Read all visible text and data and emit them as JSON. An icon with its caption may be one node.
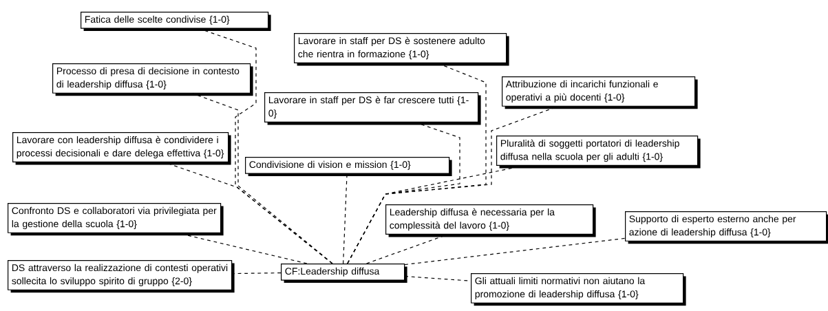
{
  "diagram": {
    "nodes": [
      {
        "text": [
          "Fatica delle scelte condivise {1-0}"
        ]
      },
      {
        "text": [
          "Lavorare in staff per DS è sostenere adulto che rientra in formazione {1-0}"
        ]
      },
      {
        "text": [
          "Processo di presa di decisione in contesto di leadership diffusa {1-0}"
        ]
      },
      {
        "text": [
          "Lavorare in staff per DS è far crescere tutti {1-0}"
        ]
      },
      {
        "text": [
          "Attribuzione di incarichi funzionali e operativi a più docenti {1-0}"
        ]
      },
      {
        "text": [
          "Lavorare con leadership diffusa è condividere i processi decisionali e dare delega effettiva {1-0}"
        ]
      },
      {
        "text": [
          "Condivisione di vision e mission {1-0}"
        ]
      },
      {
        "text": [
          "Pluralità di soggetti portatori di leadership diffusa nella scuola per gli adulti {1-0}"
        ]
      },
      {
        "text": [
          "Confronto DS e collaboratori via privilegiata per la gestione della scuola {1-0}"
        ]
      },
      {
        "text": [
          "Leadership diffusa è necessaria per la complessità del lavoro {1-0}"
        ]
      },
      {
        "text": [
          "Supporto di esperto esterno anche per azione di leadership diffusa {1-0}"
        ]
      },
      {
        "text": [
          "CF:Leadership diffusa"
        ]
      },
      {
        "text": [
          "DS attraverso la realizzazione di contesti operativi sollecita lo sviluppo spirito di gruppo {2-0}"
        ]
      },
      {
        "text": [
          "Gli attuali limiti normativi non aiutano la promozione di leadership diffusa {1-0}"
        ]
      }
    ],
    "edges": [
      {
        "from": 11,
        "to": 0,
        "arrow": "none",
        "style": "dashed"
      },
      {
        "from": 11,
        "to": 1,
        "arrow": "none",
        "style": "dashed"
      },
      {
        "from": 11,
        "to": 2,
        "arrow": "none",
        "style": "dashed"
      },
      {
        "from": 11,
        "to": 3,
        "arrow": "none",
        "style": "dashed"
      },
      {
        "from": 11,
        "to": 4,
        "arrow": "none",
        "style": "dashed"
      },
      {
        "from": 11,
        "to": 5,
        "arrow": "none",
        "style": "dashed"
      },
      {
        "from": 11,
        "to": 6,
        "arrow": "none",
        "style": "dashed"
      },
      {
        "from": 11,
        "to": 7,
        "arrow": "none",
        "style": "dashed"
      },
      {
        "from": 11,
        "to": 8,
        "arrow": "none",
        "style": "dashed"
      },
      {
        "from": 11,
        "to": 9,
        "arrow": "none",
        "style": "dashed"
      },
      {
        "from": 11,
        "to": 10,
        "arrow": "none",
        "style": "dashed"
      },
      {
        "from": 11,
        "to": 12,
        "arrow": "none",
        "style": "dashed"
      },
      {
        "from": 11,
        "to": 13,
        "arrow": "none",
        "style": "dashed"
      }
    ]
  }
}
